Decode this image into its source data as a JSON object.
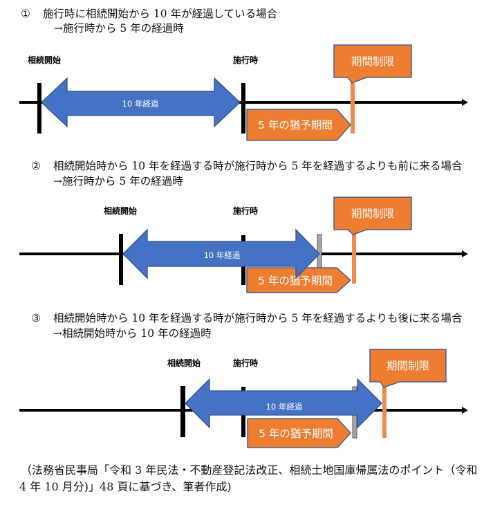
{
  "sections": [
    {
      "number": "①",
      "heading": "施行時に相続開始から 10 年が経過している場合",
      "result": "→施行時から 5 年の経過時",
      "diagram": {
        "label_inheritance_start": "相続開始",
        "label_enforcement": "施行時",
        "arrow_label": "10 年経過",
        "grace_period_label": "5 年の猶予期間",
        "deadline_callout": "期間制限"
      }
    },
    {
      "number": "②",
      "heading": "相続開始時から 10 年を経過する時が施行時から 5 年を経過するよりも前に来る場合",
      "result": "→施行時から 5 年の経過時",
      "diagram": {
        "label_inheritance_start": "相続開始",
        "label_enforcement": "施行時",
        "arrow_label": "10 年経過",
        "grace_period_label": "5 年の猶予期間",
        "deadline_callout": "期間制限"
      }
    },
    {
      "number": "③",
      "heading": "相続開始時から 10 年を経過する時が施行時から 5 年を経過するよりも後に来る場合",
      "result": "→相続開始時から 10 年の経過時",
      "diagram": {
        "label_inheritance_start": "相続開始",
        "label_enforcement": "施行時",
        "arrow_label": "10 年経過",
        "grace_period_label": "5 年の猶予期間",
        "deadline_callout": "期間制限"
      }
    }
  ],
  "caption": {
    "line1": "（法務省民事局「令和 3 年民法・不動産登記法改正、相続土地国庫帰属法のポイント（令和",
    "line2": "4 年 10 月分)」48 頁に基づき、筆者作成)"
  },
  "colors": {
    "arrow-fill": "#4472c4",
    "outline": "#2f528f",
    "period-fill": "#ed7d31",
    "marker-fill": "#f0894a",
    "ten-year-marker": "#a5a5a5",
    "timeline": "#000000"
  }
}
